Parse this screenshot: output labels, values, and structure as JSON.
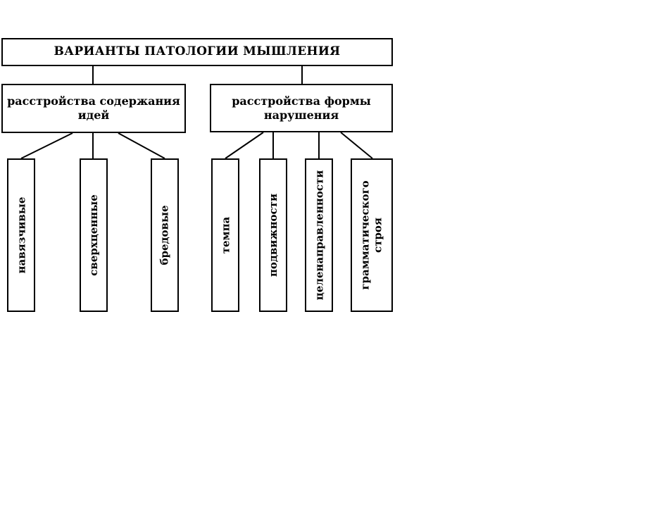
{
  "diagram": {
    "root": {
      "label": "ВАРИАНТЫ ПАТОЛОГИИ МЫШЛЕНИЯ"
    },
    "branches": [
      {
        "label": "расстройства содержания идей",
        "children": [
          {
            "label": "навязчивые"
          },
          {
            "label": "сверхценные"
          },
          {
            "label": "бредовые"
          }
        ]
      },
      {
        "label": "расстройства формы нарушения",
        "children": [
          {
            "label": "темпа"
          },
          {
            "label": "подвижности"
          },
          {
            "label": "целенаправленности"
          },
          {
            "label": "грамматического\nстроя"
          }
        ]
      }
    ],
    "colors": {
      "line": "#000000",
      "background": "#ffffff"
    }
  }
}
